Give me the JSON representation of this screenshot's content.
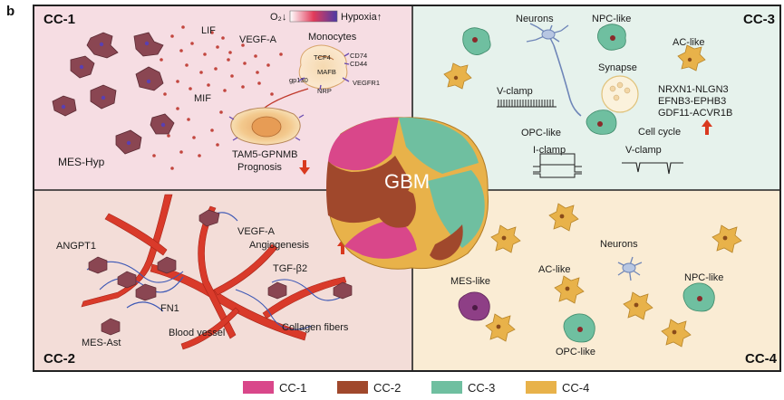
{
  "panel_letter": "b",
  "center_label": "GBM",
  "quadrants": {
    "cc1": {
      "title": "CC-1",
      "labels": {
        "o2": "O₂↓",
        "hypoxia": "Hypoxia↑",
        "lif": "LIF",
        "vegfa": "VEGF-A",
        "monocytes": "Monocytes",
        "tcf4": "TCF4",
        "cd74": "CD74",
        "cd44": "CD44",
        "mafb": "MAFB",
        "gp130": "gp130",
        "vegfr1": "VEGFR1",
        "nrp": "NRP",
        "mif": "MIF",
        "mes_hyp": "MES-Hyp",
        "tam5": "TAM5-GPNMB",
        "prognosis": "Prognosis"
      }
    },
    "cc2": {
      "title": "CC-2",
      "labels": {
        "angpt1": "ANGPT1",
        "vegfa": "VEGF-A",
        "angiogenesis": "Angiogenesis",
        "tgfb2": "TGF-β2",
        "fn1": "FN1",
        "blood_vessel": "Blood vessel",
        "collagen": "Collagen fibers",
        "mes_ast": "MES-Ast"
      }
    },
    "cc3": {
      "title": "CC-3",
      "labels": {
        "neurons": "Neurons",
        "npc_like": "NPC-like",
        "ac_like": "AC-like",
        "synapse": "Synapse",
        "vclamp": "V-clamp",
        "pairs": [
          "NRXN1-NLGN3",
          "EFNB3-EPHB3",
          "GDF11-ACVR1B"
        ],
        "opc_like": "OPC-like",
        "cell_cycle": "Cell cycle",
        "iclamp": "I-clamp",
        "vclamp2": "V-clamp"
      }
    },
    "cc4": {
      "title": "CC-4",
      "labels": {
        "neurons": "Neurons",
        "mes_like": "MES-like",
        "ac_like": "AC-like",
        "npc_like": "NPC-like",
        "opc_like": "OPC-like"
      }
    }
  },
  "legend": [
    {
      "label": "CC-1",
      "color": "#d9478a"
    },
    {
      "label": "CC-2",
      "color": "#a0482c"
    },
    {
      "label": "CC-3",
      "color": "#6fbfa0"
    },
    {
      "label": "CC-4",
      "color": "#e8b24a"
    }
  ],
  "colors": {
    "cc1_bg": "#f6dde3",
    "cc2_bg": "#f3ddd8",
    "cc3_bg": "#e6f2ec",
    "cc4_bg": "#faecd4",
    "up_arrow": "#d9391f",
    "down_arrow": "#d9391f"
  }
}
